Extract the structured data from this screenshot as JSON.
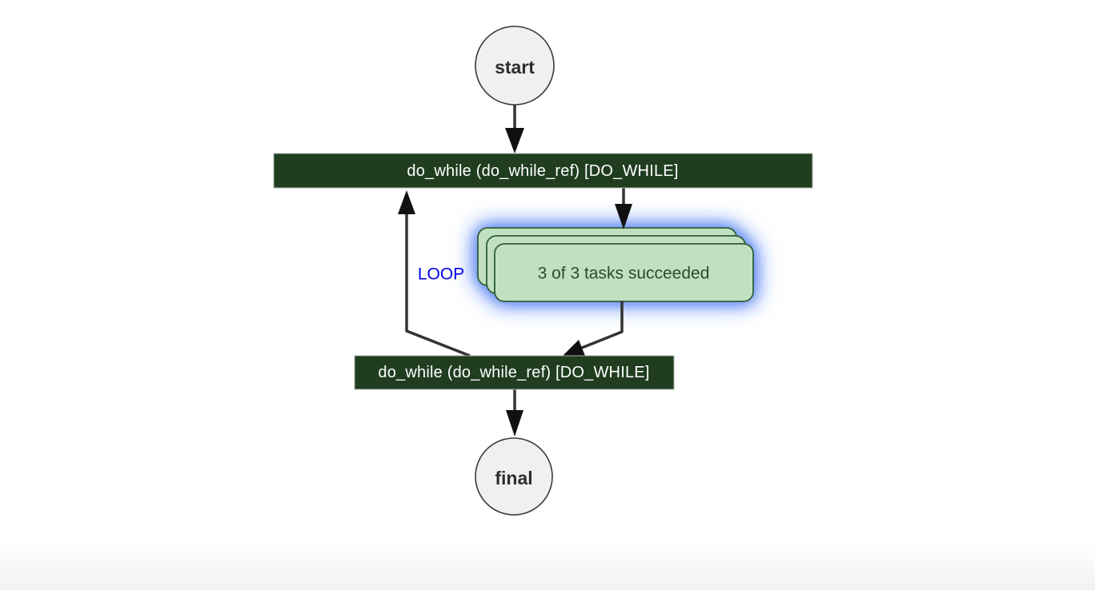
{
  "diagram": {
    "start_node": {
      "label": "start"
    },
    "final_node": {
      "label": "final"
    },
    "do_while_start": {
      "label": "do_while (do_while_ref) [DO_WHILE]"
    },
    "do_while_end": {
      "label": "do_while (do_while_ref) [DO_WHILE]"
    },
    "loop_edge": {
      "label": "LOOP"
    },
    "task_stack": {
      "label": "3 of 3 tasks succeeded",
      "stack_layers": 3
    }
  },
  "colors": {
    "edge": "#333333",
    "arrow": "#111111",
    "bar_fill": "#203d20",
    "bar_text": "#ffffff",
    "node_fill": "#f0f0f0",
    "node_stroke": "#3a3a3a",
    "node_text": "#2e2e2e",
    "card_fill": "#c1e0c0",
    "card_stroke": "#2f5e30",
    "card_text": "#2c4c2c",
    "loop_text": "#0000ee",
    "glow": "#4d7cf3"
  }
}
